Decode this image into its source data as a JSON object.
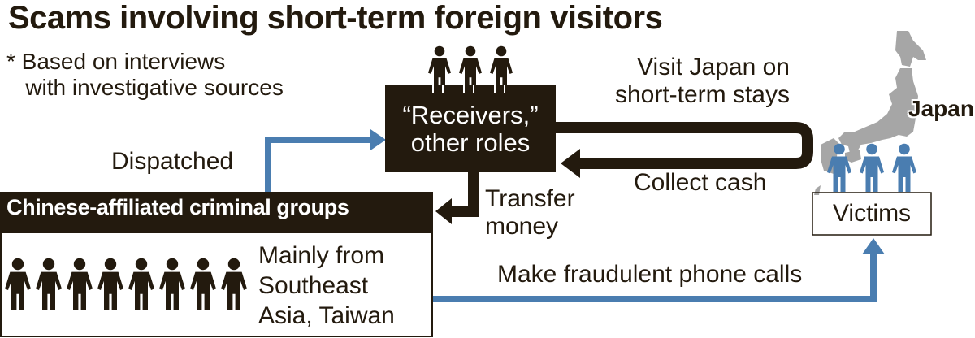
{
  "title": "Scams involving short-term foreign visitors",
  "note": "* Based on interviews\n   with investigative sources",
  "colors": {
    "dark": "#231a0e",
    "blue": "#4a7db0",
    "map_gray": "#a6a6a6",
    "background": "#ffffff"
  },
  "nodes": {
    "receivers": {
      "label": "“Receivers,”\nother roles",
      "person_icons": 3
    },
    "criminal_groups": {
      "header": "Chinese-affiliated criminal groups",
      "description": "Mainly from\nSoutheast\nAsia, Taiwan",
      "person_icons": 8
    },
    "victims": {
      "label": "Victims",
      "person_icons": 3
    },
    "japan": {
      "label": "Japan"
    }
  },
  "edges": {
    "dispatched": {
      "label": "Dispatched",
      "from": "criminal_groups",
      "to": "receivers",
      "color": "blue"
    },
    "visit_japan": {
      "label": "Visit Japan on\nshort-term stays",
      "from": "receivers",
      "to": "japan",
      "color": "dark"
    },
    "collect_cash": {
      "label": "Collect cash",
      "from": "japan",
      "to": "receivers",
      "color": "dark"
    },
    "transfer_money": {
      "label": "Transfer\nmoney",
      "from": "receivers",
      "to": "criminal_groups",
      "color": "dark"
    },
    "phone_calls": {
      "label": "Make fraudulent phone calls",
      "from": "criminal_groups",
      "to": "victims",
      "color": "blue"
    }
  }
}
